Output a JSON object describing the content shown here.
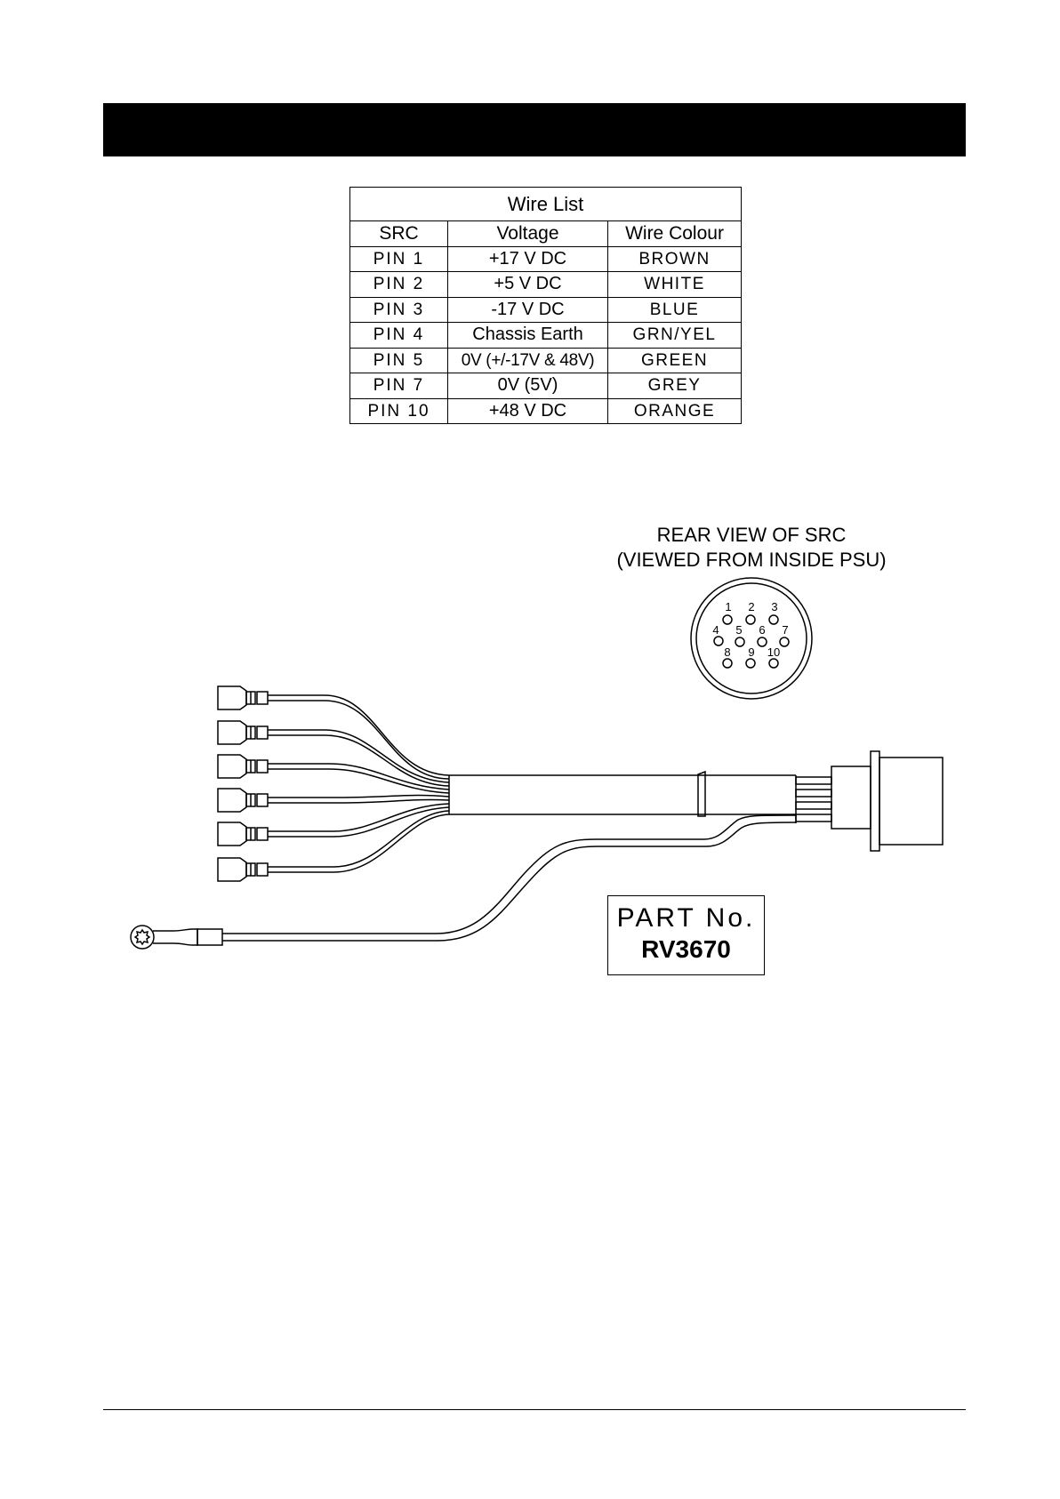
{
  "wire_list": {
    "title": "Wire List",
    "headers": [
      "SRC",
      "Voltage",
      "Wire Colour"
    ],
    "rows": [
      {
        "src": "PIN 1",
        "voltage": "+17 V DC",
        "colour": "BROWN"
      },
      {
        "src": "PIN 2",
        "voltage": "+5 V DC",
        "colour": "WHITE"
      },
      {
        "src": "PIN 3",
        "voltage": "-17 V DC",
        "colour": "BLUE"
      },
      {
        "src": "PIN 4",
        "voltage": "Chassis Earth",
        "colour": "GRN/YEL"
      },
      {
        "src": "PIN 5",
        "voltage": "0V (+/-17V & 48V)",
        "colour": "GREEN"
      },
      {
        "src": "PIN 7",
        "voltage": "0V (5V)",
        "colour": "GREY"
      },
      {
        "src": "PIN 10",
        "voltage": "+48 V DC",
        "colour": "ORANGE"
      }
    ]
  },
  "connector_view": {
    "title_line1": "REAR VIEW OF SRC",
    "title_line2": "(VIEWED FROM INSIDE PSU)",
    "pin_numbers": [
      "1",
      "2",
      "3",
      "4",
      "5",
      "6",
      "7",
      "8",
      "9",
      "10"
    ]
  },
  "part": {
    "label": "PART No.",
    "number": "RV3670"
  }
}
